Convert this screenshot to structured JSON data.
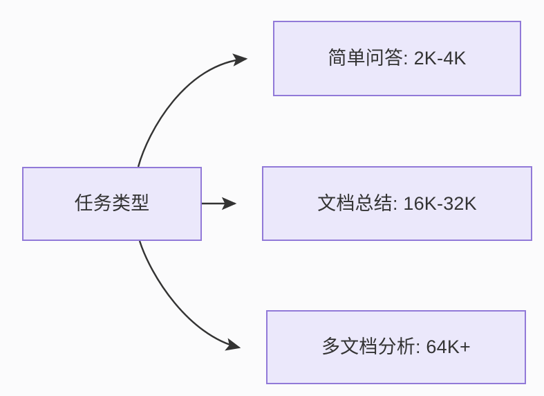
{
  "diagram": {
    "type": "flowchart",
    "direction": "left-to-right",
    "background_color": "#fbfbfc",
    "node_fill_color": "#ebe8fb",
    "node_border_color": "#9179d8",
    "node_text_color": "#333333",
    "edge_color": "#333333",
    "nodes": [
      {
        "id": "source",
        "label": "任务类型"
      },
      {
        "id": "simple_qa",
        "label": "简单问答: 2K-4K"
      },
      {
        "id": "doc_summary",
        "label": "文档总结: 16K-32K"
      },
      {
        "id": "multi_doc",
        "label": "多文档分析: 64K+"
      }
    ],
    "edges": [
      {
        "id": "edge-source-simple-qa",
        "from": "source",
        "to": "simple_qa",
        "style": "curved",
        "arrowhead": "filled-triangle",
        "label": ""
      },
      {
        "id": "edge-source-doc-summary",
        "from": "source",
        "to": "doc_summary",
        "style": "straight",
        "arrowhead": "filled-triangle",
        "label": ""
      },
      {
        "id": "edge-source-multi-doc",
        "from": "source",
        "to": "multi_doc",
        "style": "curved",
        "arrowhead": "filled-triangle",
        "label": ""
      }
    ]
  }
}
